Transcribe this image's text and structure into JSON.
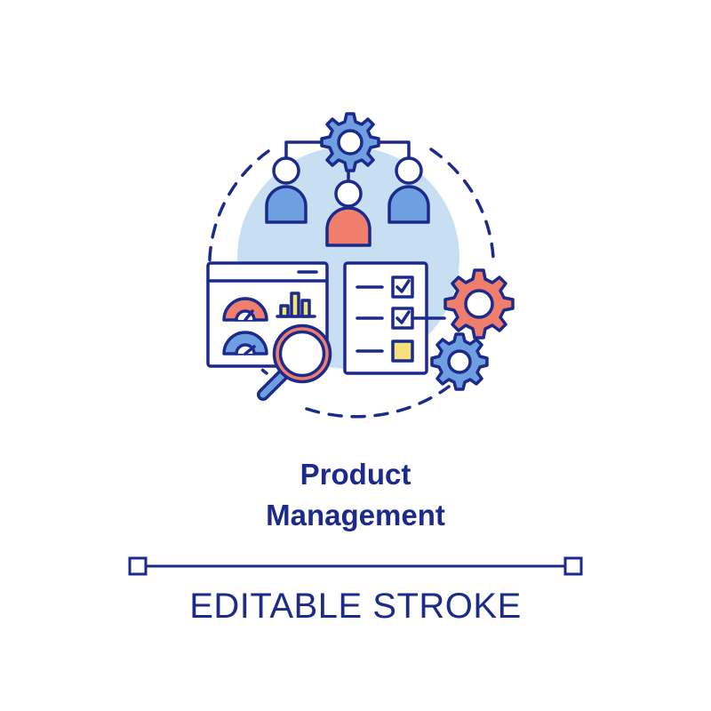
{
  "title": {
    "line1": "Product",
    "line2": "Management"
  },
  "subtitle": "EDITABLE STROKE",
  "colors": {
    "outline": "#1c2a8c",
    "blue_fill": "#6e9fe0",
    "light_blue": "#c8def3",
    "coral": "#ef7f6c",
    "yellow": "#f6e27a",
    "white": "#ffffff"
  }
}
